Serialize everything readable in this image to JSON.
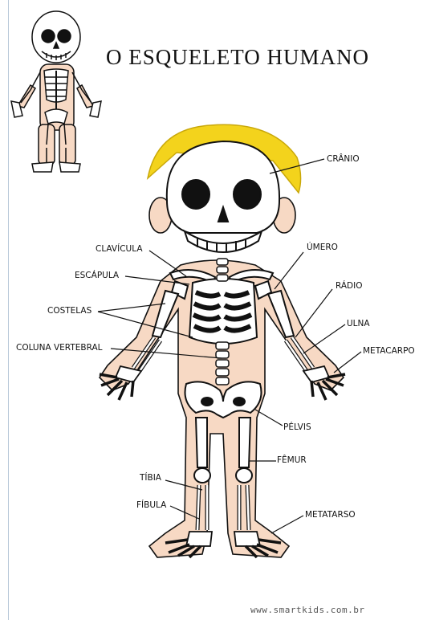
{
  "title": "O ESQUELETO HUMANO",
  "footer": "www.smartkids.com.br",
  "labels": {
    "cranio": "CRÂNIO",
    "clavicula": "CLAVÍCULA",
    "umero": "ÚMERO",
    "escapula": "ESCÁPULA",
    "radio": "RÁDIO",
    "costelas": "COSTELAS",
    "ulna": "ULNA",
    "coluna": "COLUNA VERTEBRAL",
    "metacarpo": "METACARPO",
    "pelvis": "PÉLVIS",
    "femur": "FÊMUR",
    "tibia": "TÍBIA",
    "fibula": "FÍBULA",
    "metatarso": "METATARSO"
  },
  "colors": {
    "skin": "#f7d9c4",
    "hair": "#f3d31c",
    "bone": "#ffffff",
    "outline": "#111111"
  }
}
